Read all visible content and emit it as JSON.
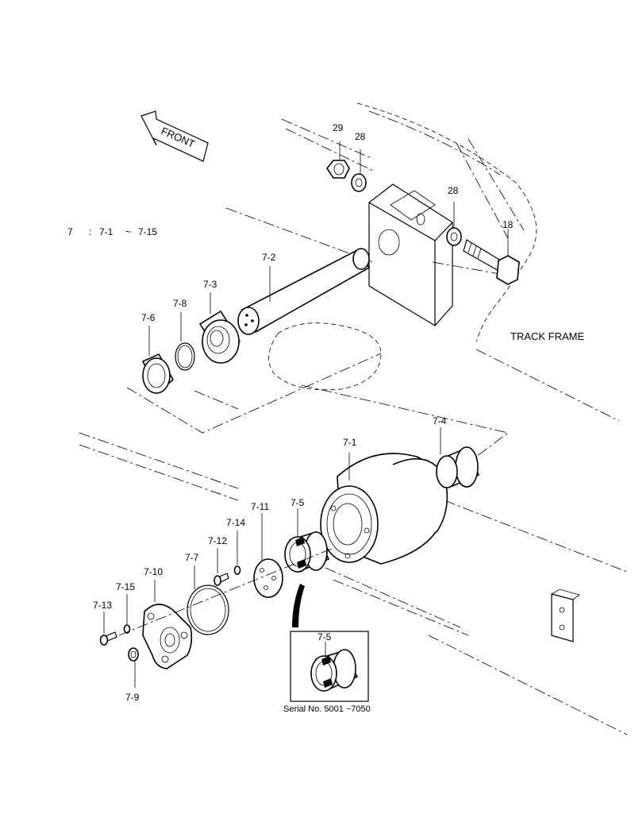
{
  "arrow": {
    "label": "FRONT"
  },
  "legend": {
    "main": "7",
    "colon": ":",
    "from": "7-1",
    "tilde": "~",
    "to": "7-15"
  },
  "frame_label": "TRACK FRAME",
  "parts": {
    "p29": "29",
    "p28a": "28",
    "p28b": "28",
    "p18": "18",
    "p7_2": "7-2",
    "p7_3": "7-3",
    "p7_8": "7-8",
    "p7_6": "7-6",
    "p7_1": "7-1",
    "p7_4": "7-4",
    "p7_5": "7-5",
    "p7_11": "7-11",
    "p7_14": "7-14",
    "p7_12": "7-12",
    "p7_7": "7-7",
    "p7_10": "7-10",
    "p7_15": "7-15",
    "p7_13": "7-13",
    "p7_9": "7-9"
  },
  "inset": {
    "label": "7-5",
    "caption": "Serial No. 5001 ~7050"
  }
}
